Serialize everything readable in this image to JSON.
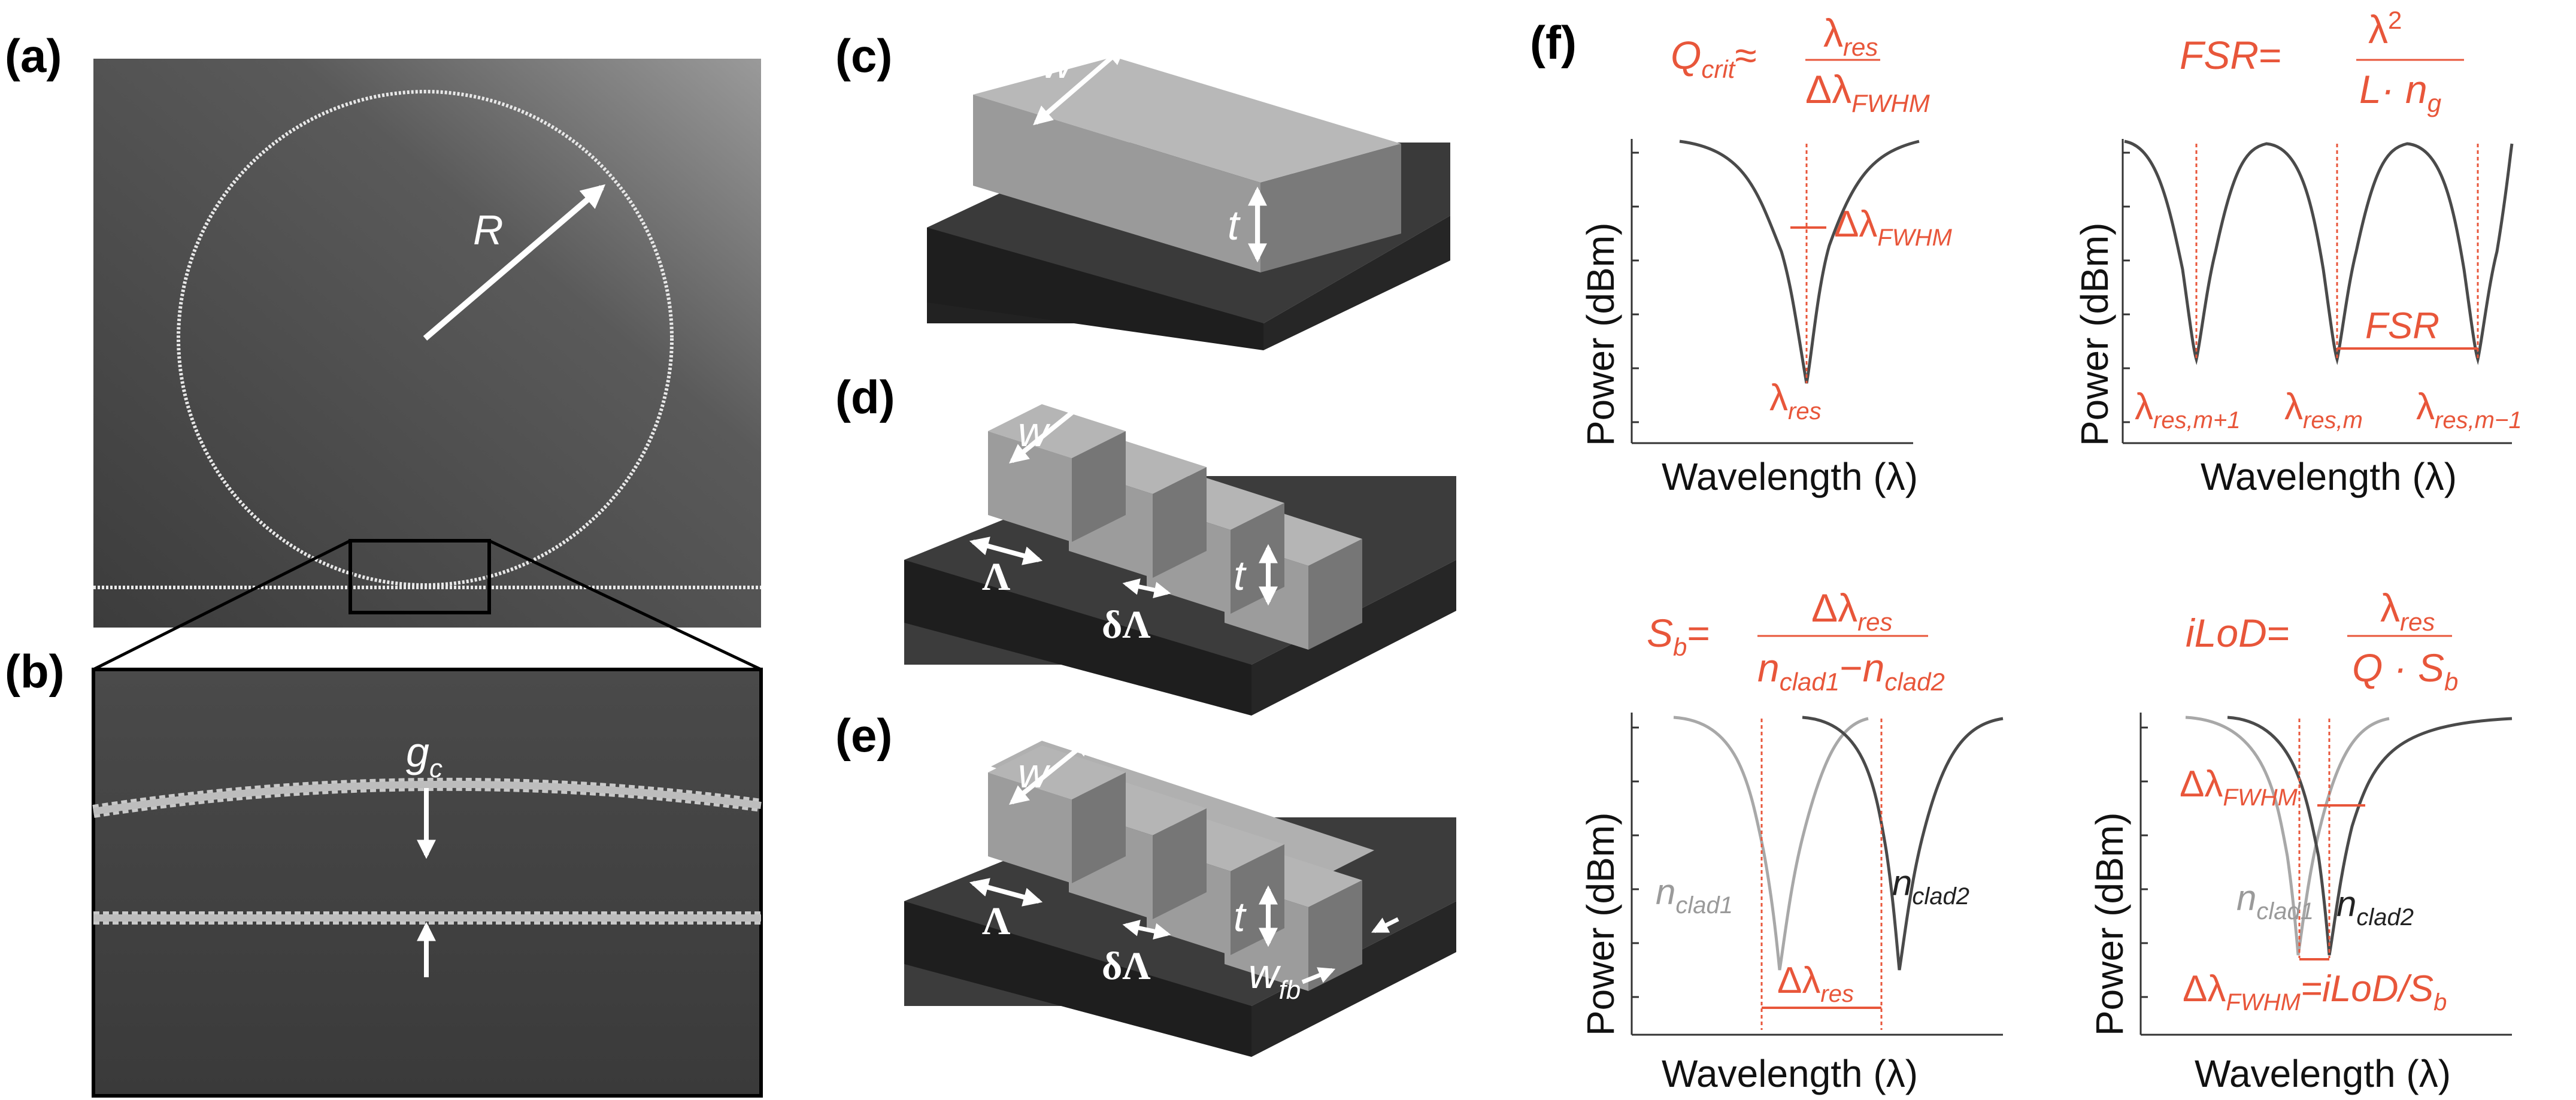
{
  "figure": {
    "panel_labels": [
      "(a)",
      "(b)",
      "(c)",
      "(d)",
      "(e)",
      "(f)"
    ],
    "panel_a": {
      "radius_label": "R"
    },
    "panel_b": {
      "gap_label": "g",
      "gap_sub": "c"
    },
    "panel_c": {
      "width_label": "w",
      "thickness_label": "t"
    },
    "panel_d": {
      "width_label": "w",
      "thickness_label": "t",
      "period_label": "Λ",
      "delta_period_label": "δΛ"
    },
    "panel_e": {
      "width_label": "w",
      "thickness_label": "t",
      "period_label": "Λ",
      "delta_period_label": "δΛ",
      "fishbone_label": "w",
      "fishbone_sub": "fb"
    },
    "panel_f": {
      "y_axis_label": "Power (dBm)",
      "x_axis_label": "Wavelength (λ)",
      "accent_color": "#e8563a",
      "plot1": {
        "eq_lhs": "Q",
        "eq_lhs_sub": "crit",
        "eq_rel": "≈",
        "eq_num": "λ",
        "eq_num_sub": "res",
        "eq_den": "Δλ",
        "eq_den_sub": "FWHM",
        "fwhm_label": "Δλ",
        "fwhm_sub": "FWHM",
        "res_label": "λ",
        "res_sub": "res"
      },
      "plot2": {
        "eq_lhs": "FSR",
        "eq_rel": "=",
        "eq_num": "λ",
        "eq_num_sup": "2",
        "eq_den": "L· n",
        "eq_den_sub": "g",
        "fsr_label": "FSR",
        "res_labels": [
          {
            "main": "λ",
            "sub": "res,m+1"
          },
          {
            "main": "λ",
            "sub": "res,m"
          },
          {
            "main": "λ",
            "sub": "res,m−1"
          }
        ]
      },
      "plot3": {
        "eq_lhs": "S",
        "eq_lhs_sub": "b",
        "eq_rel": "=",
        "eq_num": "Δλ",
        "eq_num_sub": "res",
        "eq_den_a": "n",
        "eq_den_a_sub": "clad1",
        "eq_den_minus": "−",
        "eq_den_b": "n",
        "eq_den_b_sub": "clad2",
        "clad1_label": "n",
        "clad1_sub": "clad1",
        "clad2_label": "n",
        "clad2_sub": "clad2",
        "shift_label": "Δλ",
        "shift_sub": "res"
      },
      "plot4": {
        "eq_lhs": "iLoD",
        "eq_rel": "=",
        "eq_num": "λ",
        "eq_num_sub": "res",
        "eq_den": "Q · S",
        "eq_den_sub": "b",
        "fwhm_label": "Δλ",
        "fwhm_sub": "FWHM",
        "clad1_label": "n",
        "clad1_sub": "clad1",
        "clad2_label": "n",
        "clad2_sub": "clad2",
        "bottom_label": "Δλ",
        "bottom_sub": "FWHM",
        "bottom_rhs": "=iLoD/S",
        "bottom_rhs_sub": "b"
      }
    }
  }
}
